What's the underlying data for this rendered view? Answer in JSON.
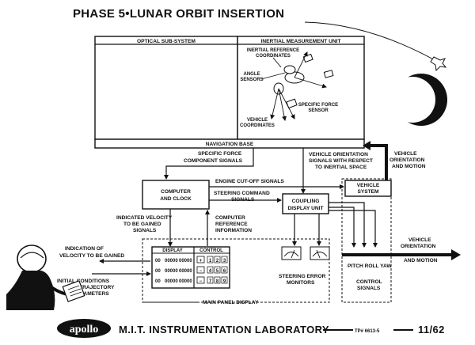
{
  "title": "PHASE 5•LUNAR ORBIT INSERTION",
  "blocks": {
    "optical": "OPTICAL SUB-SYSTEM",
    "imu": "INERTIAL MEASUREMENT UNIT",
    "nav_base": "NAVIGATION BASE",
    "computer_1": "COMPUTER",
    "computer_2": "AND CLOCK",
    "coupling_1": "COUPLING",
    "coupling_2": "DISPLAY UNIT",
    "vehicle_1": "VEHICLE",
    "vehicle_2": "SYSTEM",
    "display": "DISPLAY",
    "control": "CONTROL",
    "main_panel": "MAIN PANEL DISPLAY"
  },
  "imu_labels": {
    "inertial_ref_1": "INERTIAL REFERENCE",
    "inertial_ref_2": "COORDINATES",
    "angle_1": "ANGLE",
    "angle_2": "SENSORS",
    "specific_force_1": "SPECIFIC FORCE",
    "specific_force_2": "SENSOR",
    "vehicle_coord_1": "VEHICLE",
    "vehicle_coord_2": "COORDINATES"
  },
  "signals": {
    "specific_force_1": "SPECIFIC FORCE",
    "specific_force_2": "COMPONENT SIGNALS",
    "vehicle_orient_sig_1": "VEHICLE ORIENTATION",
    "vehicle_orient_sig_2": "SIGNALS WITH RESPECT",
    "vehicle_orient_sig_3": "TO INERTIAL SPACE",
    "vehicle_orient_motion_1": "VEHICLE",
    "vehicle_orient_motion_2": "ORIENTATION",
    "vehicle_orient_motion_3": "AND MOTION",
    "engine_cutoff": "ENGINE CUT-OFF SIGNALS",
    "steering_cmd_1": "STEERING COMMAND",
    "steering_cmd_2": "SIGNALS",
    "indicated_vel_1": "INDICATED VELOCITY",
    "indicated_vel_2": "TO BE GAINED",
    "indicated_vel_3": "SIGNALS",
    "computer_ref_1": "COMPUTER",
    "computer_ref_2": "REFERENCE",
    "computer_ref_3": "INFORMATION",
    "indication_vel_1": "INDICATION OF",
    "indication_vel_2": "VELOCITY TO BE GAINED",
    "initial_cond_1": "INITIAL CONDITIONS",
    "initial_cond_2": "AND TRAJECTORY",
    "initial_cond_3": "PARAMETERS",
    "steering_err_1": "STEERING ERROR",
    "steering_err_2": "MONITORS",
    "pitch_roll_yaw": "PITCH ROLL YAW",
    "control_sig_1": "CONTROL",
    "control_sig_2": "SIGNALS",
    "out_orient_1": "VEHICLE",
    "out_orient_2": "ORIENTATION",
    "out_orient_3": "AND MOTION"
  },
  "keypad": [
    "1",
    "2",
    "3",
    "4",
    "5",
    "6",
    "7",
    "8",
    "9"
  ],
  "keypad_ops": [
    "+",
    "−",
    "−"
  ],
  "display_rows": [
    [
      "00",
      "00000",
      "00000"
    ],
    [
      "00",
      "00000",
      "00000"
    ],
    [
      "00",
      "00000",
      "00000"
    ]
  ],
  "footer": {
    "logo": "apollo",
    "lab": "M.I.T. INSTRUMENTATION LABORATORY",
    "ref": "TP# 6613-5",
    "date": "11/62"
  }
}
